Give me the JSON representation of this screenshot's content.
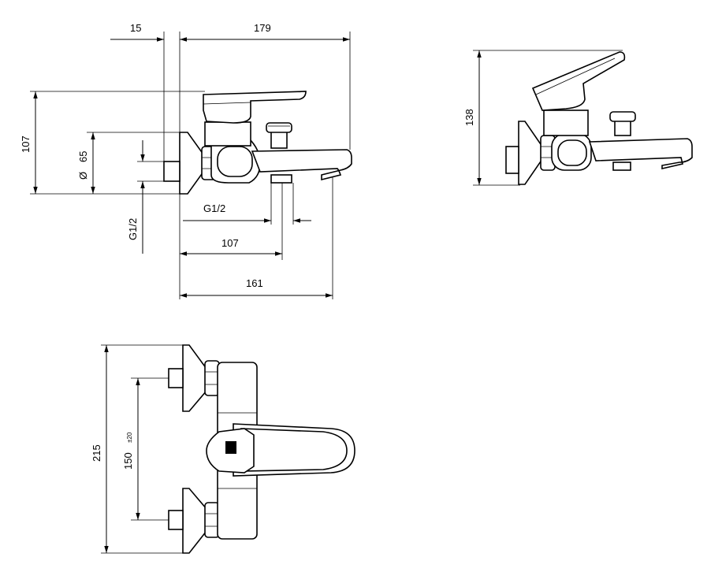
{
  "side_view": {
    "dim_wall_offset": "15",
    "dim_total_length": "179",
    "dim_height": "107",
    "dim_diameter_symbol": "Ø",
    "dim_diameter": "65",
    "dim_thread_vertical": "G1/2",
    "dim_thread_horizontal": "G1/2",
    "dim_outlet_distance": "107",
    "dim_spout_length": "161"
  },
  "raised_view": {
    "dim_height": "138"
  },
  "top_view": {
    "dim_total_width": "215",
    "dim_center_distance": "150",
    "dim_tolerance": "±20"
  }
}
